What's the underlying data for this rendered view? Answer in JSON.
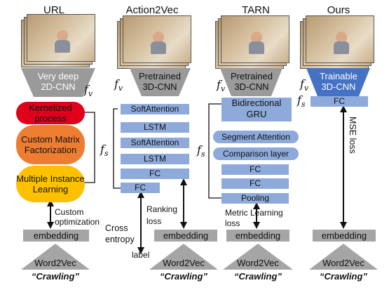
{
  "columns": {
    "url": {
      "title": "URL",
      "backbone": "Very deep 2D-CNN",
      "fv": "f",
      "fv_sub": "v",
      "modules": [
        "Kernelized process",
        "Custom Matrix Factorization",
        "Multiple Instance Learning"
      ],
      "connector_label": "Custom optimization",
      "embedding": "embedding",
      "word2vec": "Word2Vec",
      "class_name": "“Crawling”"
    },
    "action2vec": {
      "title": "Action2Vec",
      "backbone": "Pretrained 3D-CNN",
      "fv": "f",
      "fv_sub": "v",
      "fs": "f",
      "fs_sub": "s",
      "layers": [
        "SoftAttention",
        "LSTM",
        "SoftAttention",
        "LSTM",
        "FC",
        "FC"
      ],
      "ranking_label": "Ranking loss",
      "ce_label": "Cross entropy",
      "label_text": "label",
      "embedding": "embedding",
      "word2vec": "Word2Vec",
      "class_name": "“Crawling”"
    },
    "tarn": {
      "title": "TARN",
      "backbone": "Pretrained 3D-CNN",
      "fv": "f",
      "fv_sub": "v",
      "fs": "f",
      "fs_sub": "s",
      "layers": [
        "Bidirectional GRU",
        "Segment Attention",
        "Comparison layer",
        "FC",
        "FC",
        "Pooling"
      ],
      "metric_label": "Metric Learning loss",
      "embedding": "embedding",
      "word2vec": "Word2Vec",
      "class_name": "“Crawling”"
    },
    "ours": {
      "title": "Ours",
      "backbone": "Trainable 3D-CNN",
      "fv": "f",
      "fv_sub": "v",
      "fs": "f",
      "fs_sub": "s",
      "fc": "FC",
      "mse_label": "MSE loss",
      "embedding": "embedding",
      "word2vec": "Word2Vec",
      "class_name": "“Crawling”"
    }
  },
  "colors": {
    "layer_blue": "#8eaadb",
    "backbone_gray": "#9a9a9a",
    "trainable_blue": "#4472c4",
    "kernelized_red": "#e0001b",
    "matrix_orange": "#ed7d31",
    "mil_yellow": "#ffc000",
    "embedding_gray": "#a5a5a5"
  }
}
